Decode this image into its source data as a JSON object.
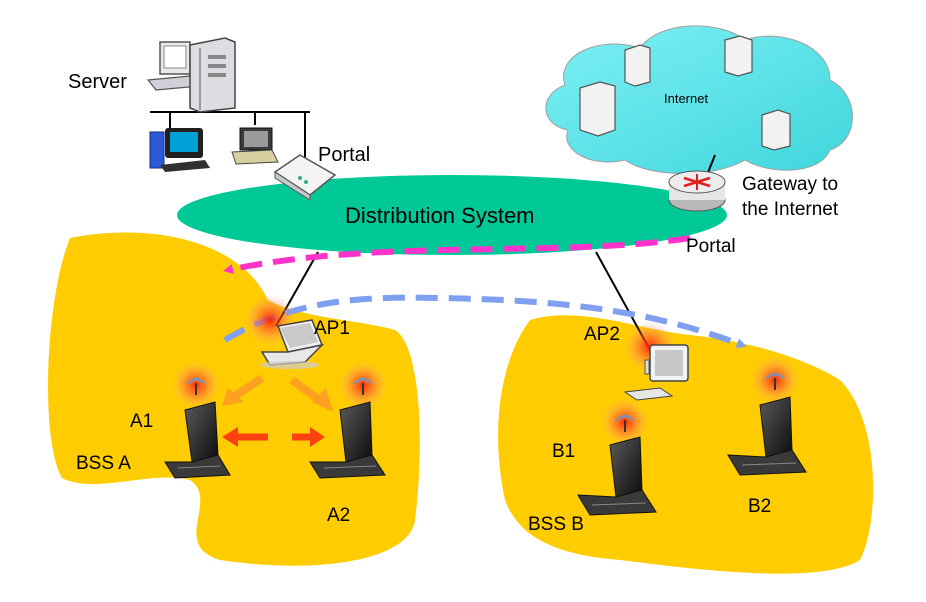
{
  "labels": {
    "server": "Server",
    "portal_top": "Portal",
    "internet": "Internet",
    "gateway_line1": "Gateway to",
    "gateway_line2": "the Internet",
    "distribution_system": "Distribution System",
    "portal_right": "Portal",
    "ap1": "AP1",
    "ap2": "AP2",
    "a1": "A1",
    "a2": "A2",
    "bss_a": "BSS A",
    "b1": "B1",
    "b2": "B2",
    "bss_b": "BSS B"
  },
  "colors": {
    "bss_fill": "#ffcc00",
    "ds_fill": "#00c896",
    "cloud_fill": "#55e3e8",
    "magenta_arrow": "#ff33cc",
    "blue_arrow": "#7f9ff0",
    "orange_arrow": "#ffa020",
    "red_arrow": "#ff4010",
    "signal_glow": "#ff2a00"
  }
}
